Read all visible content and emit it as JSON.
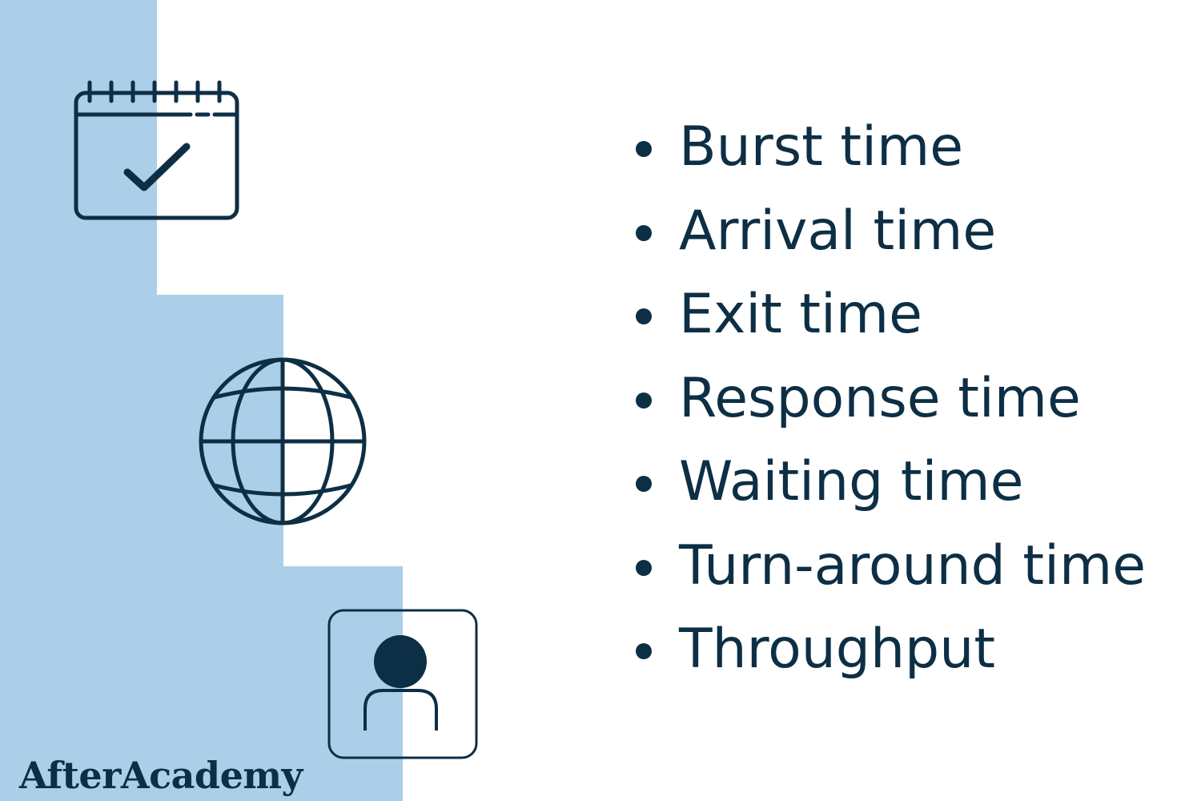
{
  "colors": {
    "accent_bg": "#abcfe8",
    "ink": "#0d2f45",
    "background": "#ffffff"
  },
  "icons": [
    "calendar-check-icon",
    "globe-icon",
    "user-profile-icon"
  ],
  "items": [
    "Burst time",
    "Arrival time",
    "Exit time",
    "Response time",
    "Waiting time",
    "Turn-around time",
    "Throughput"
  ],
  "brand": "AfterAcademy"
}
